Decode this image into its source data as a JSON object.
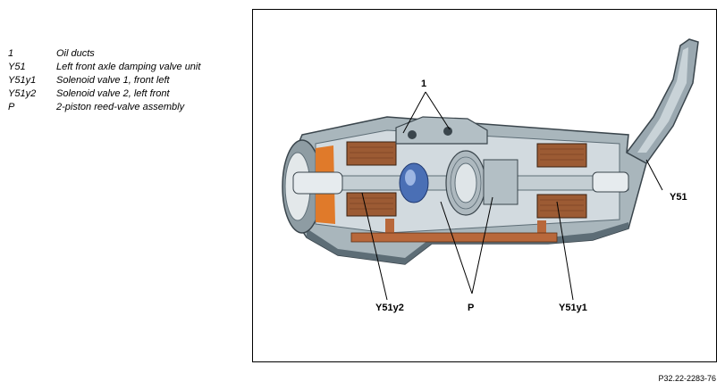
{
  "legend": [
    {
      "key": "1",
      "text": "Oil ducts"
    },
    {
      "key": "Y51",
      "text": "Left front axle damping valve unit"
    },
    {
      "key": "Y51y1",
      "text": "Solenoid valve 1, front left"
    },
    {
      "key": "Y51y2",
      "text": "Solenoid valve 2, left front"
    },
    {
      "key": "P",
      "text": "2-piston reed-valve assembly"
    }
  ],
  "callouts": {
    "oil_ducts": "1",
    "valve_unit": "Y51",
    "solenoid_2": "Y51y2",
    "reed_valve": "P",
    "solenoid_1": "Y51y1"
  },
  "figure_ref": "P32.22-2283-76",
  "colors": {
    "housing": "#a9b6bc",
    "housing_dark": "#5d6d76",
    "coil": "#9c5b34",
    "copper": "#b8683b",
    "blue": "#4a6fb5",
    "orange": "#e07a2a"
  }
}
